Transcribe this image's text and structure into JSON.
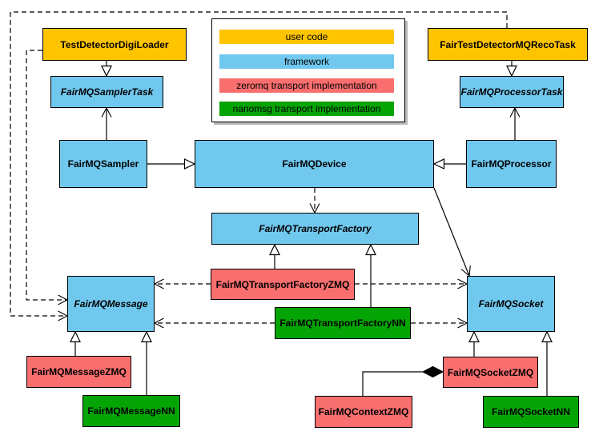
{
  "legend": {
    "items": [
      {
        "label": "user code",
        "color": "#FFC400"
      },
      {
        "label": "framework",
        "color": "#70C8EE"
      },
      {
        "label": "zeromq transport implementation",
        "color": "#F96E6E"
      },
      {
        "label": "nanomsg transport implementation",
        "color": "#05A405"
      }
    ]
  },
  "colors": {
    "user_code": "#FFC400",
    "framework": "#70C8EE",
    "zeromq": "#F96E6E",
    "nanomsg": "#05A405",
    "line": "#000000",
    "background": "#FFFFFF"
  },
  "nodes": {
    "test_detector_digi_loader": {
      "label": "TestDetectorDigiLoader",
      "category": "user code"
    },
    "fair_test_detector_mq_reco_task": {
      "label": "FairTestDetectorMQRecoTask",
      "category": "user code"
    },
    "fairmq_sampler_task": {
      "label": "FairMQSamplerTask",
      "category": "framework",
      "abstract": true
    },
    "fairmq_processor_task": {
      "label": "FairMQProcessorTask",
      "category": "framework",
      "abstract": true
    },
    "fairmq_sampler": {
      "label": "FairMQSampler",
      "category": "framework"
    },
    "fairmq_device": {
      "label": "FairMQDevice",
      "category": "framework"
    },
    "fairmq_processor": {
      "label": "FairMQProcessor",
      "category": "framework"
    },
    "fairmq_transport_factory": {
      "label": "FairMQTransportFactory",
      "category": "framework",
      "abstract": true
    },
    "fairmq_transport_factory_zmq": {
      "label": "FairMQTransportFactoryZMQ",
      "category": "zeromq"
    },
    "fairmq_transport_factory_nn": {
      "label": "FairMQTransportFactoryNN",
      "category": "nanomsg"
    },
    "fairmq_message": {
      "label": "FairMQMessage",
      "category": "framework",
      "abstract": true
    },
    "fairmq_socket": {
      "label": "FairMQSocket",
      "category": "framework",
      "abstract": true
    },
    "fairmq_message_zmq": {
      "label": "FairMQMessageZMQ",
      "category": "zeromq"
    },
    "fairmq_message_nn": {
      "label": "FairMQMessageNN",
      "category": "nanomsg"
    },
    "fairmq_socket_zmq": {
      "label": "FairMQSocketZMQ",
      "category": "zeromq"
    },
    "fairmq_socket_nn": {
      "label": "FairMQSocketNN",
      "category": "nanomsg"
    },
    "fairmq_context_zmq": {
      "label": "FairMQContextZMQ",
      "category": "zeromq"
    }
  },
  "edges": [
    {
      "from": "TestDetectorDigiLoader",
      "to": "FairMQSamplerTask",
      "type": "inheritance"
    },
    {
      "from": "FairTestDetectorMQRecoTask",
      "to": "FairMQProcessorTask",
      "type": "inheritance"
    },
    {
      "from": "FairMQSampler",
      "to": "FairMQSamplerTask",
      "type": "association"
    },
    {
      "from": "FairMQProcessor",
      "to": "FairMQProcessorTask",
      "type": "association"
    },
    {
      "from": "FairMQSampler",
      "to": "FairMQDevice",
      "type": "inheritance"
    },
    {
      "from": "FairMQProcessor",
      "to": "FairMQDevice",
      "type": "inheritance"
    },
    {
      "from": "FairMQDevice",
      "to": "FairMQTransportFactory",
      "type": "dependency"
    },
    {
      "from": "FairMQDevice",
      "to": "FairMQSocket",
      "type": "association"
    },
    {
      "from": "FairMQTransportFactoryZMQ",
      "to": "FairMQTransportFactory",
      "type": "inheritance"
    },
    {
      "from": "FairMQTransportFactoryNN",
      "to": "FairMQTransportFactory",
      "type": "inheritance"
    },
    {
      "from": "FairMQTransportFactoryZMQ",
      "to": "FairMQMessage",
      "type": "dependency"
    },
    {
      "from": "FairMQTransportFactoryZMQ",
      "to": "FairMQSocket",
      "type": "dependency"
    },
    {
      "from": "FairMQTransportFactoryNN",
      "to": "FairMQMessage",
      "type": "dependency"
    },
    {
      "from": "FairMQTransportFactoryNN",
      "to": "FairMQSocket",
      "type": "dependency"
    },
    {
      "from": "TestDetectorDigiLoader",
      "to": "FairMQMessage",
      "type": "dependency"
    },
    {
      "from": "FairTestDetectorMQRecoTask",
      "to": "FairMQMessage",
      "type": "dependency"
    },
    {
      "from": "FairMQMessageZMQ",
      "to": "FairMQMessage",
      "type": "inheritance"
    },
    {
      "from": "FairMQMessageNN",
      "to": "FairMQMessage",
      "type": "inheritance"
    },
    {
      "from": "FairMQSocketZMQ",
      "to": "FairMQSocket",
      "type": "inheritance"
    },
    {
      "from": "FairMQSocketNN",
      "to": "FairMQSocket",
      "type": "inheritance"
    },
    {
      "from": "FairMQContextZMQ",
      "to": "FairMQSocketZMQ",
      "type": "composition"
    }
  ]
}
